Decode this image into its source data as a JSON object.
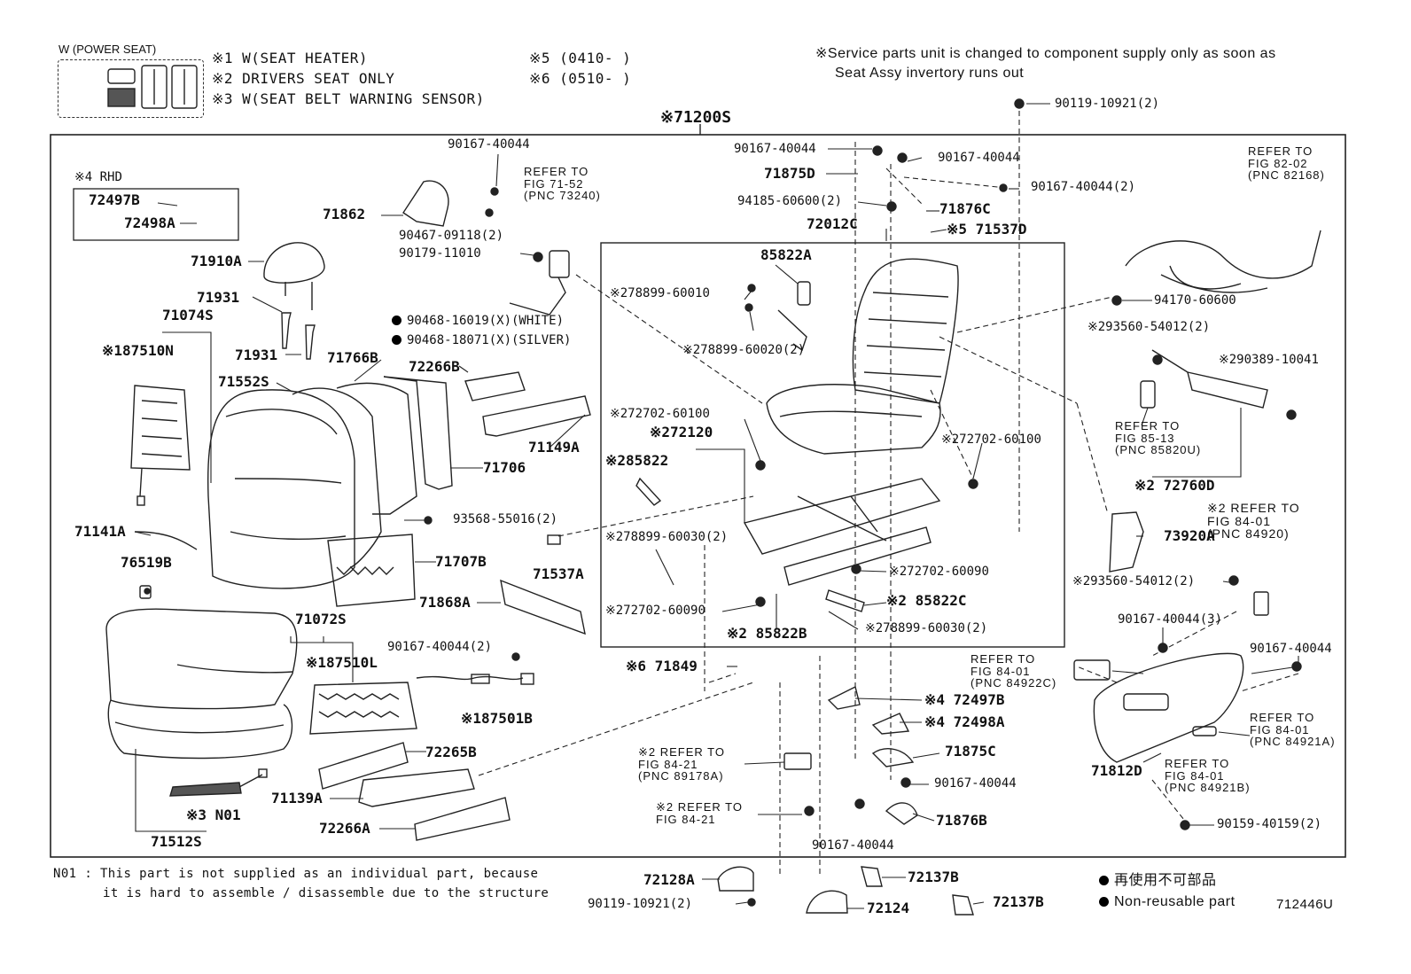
{
  "legend": {
    "box_title": "W (POWER SEAT)",
    "notes": [
      "※1 W(SEAT HEATER)",
      "※2 DRIVERS SEAT ONLY",
      "※3 W(SEAT BELT WARNING SENSOR)",
      "※5 (0410-    )",
      "※6 (0510-    )"
    ],
    "service_note": [
      "※Service parts unit is changed to component supply only as soon as",
      "Seat Assy invertory runs out"
    ]
  },
  "assembly": "※71200S",
  "rhd_box": {
    "title": "※4 RHD",
    "parts": [
      "72497B",
      "72498A"
    ]
  },
  "parts": [
    "90167-40044",
    "71862",
    "90467-09118(2)",
    "90179-11010",
    "71910A",
    "71931",
    "71931",
    "71074S",
    "※187510N",
    "71552S",
    "71766B",
    "90468-16019(X)(WHITE)",
    "90468-18071(X)(SILVER)",
    "72266B",
    "71149A",
    "71706",
    "93568-55016(2)",
    "71141A",
    "76519B",
    "71707B",
    "71537A",
    "71868A",
    "71072S",
    "※187510L",
    "90167-40044(2)",
    "※187501B",
    "72265B",
    "71139A",
    "72266A",
    "※3 N01",
    "71512S",
    "90167-40044",
    "71875D",
    "90167-40044",
    "90167-40044(2)",
    "94185-60600(2)",
    "71876C",
    "72012C",
    "※5 71537D",
    "85822A",
    "※278899-60010",
    "※278899-60020(2)",
    "※272702-60100",
    "※272120",
    "※285822",
    "※278899-60030(2)",
    "※272702-60090",
    "※2 85822B",
    "※272702-60090",
    "※2 85822C",
    "※278899-60030(2)",
    "※272702-60100",
    "※6 71849",
    "※4 72497B",
    "※4 72498A",
    "71875C",
    "90167-40044",
    "71876B",
    "90167-40044",
    "90119-10921(2)",
    "94170-60600",
    "※293560-54012(2)",
    "※290389-10041",
    "※2 72760D",
    "73920A",
    "※293560-54012(2)",
    "90167-40044(3)",
    "90167-40044",
    "71812D",
    "90159-40159(2)",
    "72128A",
    "90119-10921(2)",
    "72124",
    "72137B",
    "72137B"
  ],
  "refs": [
    "REFER TO\nFIG 71-52\n(PNC 73240)",
    "REFER TO\nFIG 82-02\n(PNC 82168)",
    "REFER TO\nFIG 85-13\n(PNC 85820U)",
    "※2 REFER TO\nFIG 84-01\n(PNC 84920)",
    "REFER TO\nFIG 84-01\n(PNC 84922C)",
    "REFER TO\nFIG 84-01\n(PNC 84921A)",
    "REFER TO\nFIG 84-01\n(PNC 84921B)",
    "※2 REFER TO\nFIG 84-21\n(PNC 89178A)",
    "※2 REFER TO\nFIG 84-21"
  ],
  "footnote": [
    "N01 : This part is not supplied as an individual part, because",
    "it is hard to assemble / disassemble due to the structure"
  ],
  "bottom_legend": {
    "jp": "再使用不可部品",
    "en": "Non-reusable part"
  },
  "figure_code": "712446U"
}
